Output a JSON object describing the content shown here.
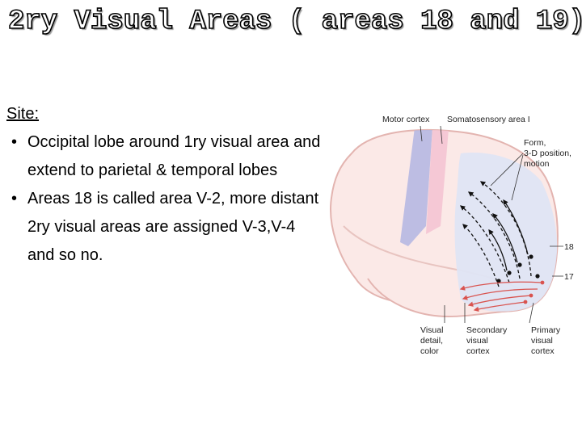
{
  "slide": {
    "title": "2ry Visual Areas ( areas 18 and 19)",
    "site_label": "Site:",
    "bullets": [
      "Occipital lobe around 1ry visual area and extend to parietal & temporal lobes",
      "Areas 18 is called area V-2, more distant 2ry visual areas are assigned V-3,V-4 and so no."
    ],
    "bullet_glyph": "•"
  },
  "figure": {
    "labels": {
      "motor_cortex": "Motor cortex",
      "somatosensory": "Somatosensory area I",
      "form_line1": "Form,",
      "form_line2": "3-D position,",
      "form_line3": "motion",
      "area18": "18",
      "area17": "17",
      "visual_detail_line1": "Visual",
      "visual_detail_line2": "detail,",
      "visual_detail_line3": "color",
      "secondary_line1": "Secondary",
      "secondary_line2": "visual",
      "secondary_line3": "cortex",
      "primary_line1": "Primary",
      "primary_line2": "visual",
      "primary_line3": "cortex"
    },
    "colors": {
      "brain_fill": "#fbe9e7",
      "brain_outline": "#e3b4b0",
      "motor_band": "#b6b8e2",
      "somatosensory_band": "#f4c6d4",
      "visual_region": "#dfe5f4",
      "black_arrow": "#111111",
      "red_arrow": "#d9534f"
    }
  }
}
